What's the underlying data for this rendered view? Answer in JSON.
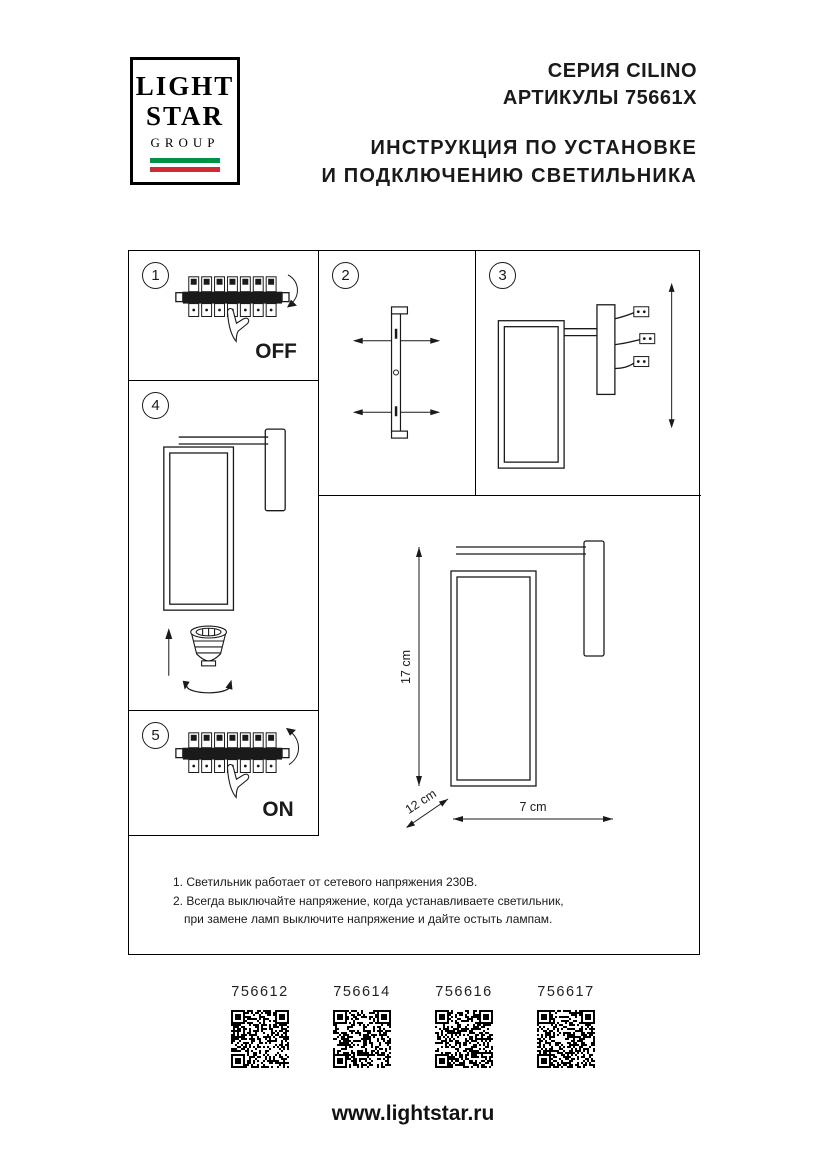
{
  "logo": {
    "line1": "LIGHT",
    "line2": "STAR",
    "line3": "GROUP",
    "flag_colors": {
      "green": "#009246",
      "white": "#ffffff",
      "red": "#ce2b37"
    }
  },
  "header": {
    "series": "СЕРИЯ CILINO",
    "articles": "АРТИКУЛЫ 75661X",
    "title_line1": "ИНСТРУКЦИЯ ПО УСТАНОВКЕ",
    "title_line2": "И ПОДКЛЮЧЕНИЮ СВЕТИЛЬНИКА"
  },
  "steps": [
    {
      "number": "1",
      "power_label": "OFF"
    },
    {
      "number": "2"
    },
    {
      "number": "3"
    },
    {
      "number": "4"
    },
    {
      "number": "5",
      "power_label": "ON"
    }
  ],
  "dimensions": {
    "height": "17 cm",
    "depth": "12 cm",
    "width": "7 cm"
  },
  "notes": [
    "1. Светильник работает от сетевого напряжения 230В.",
    "2. Всегда выключайте напряжение, когда устанавливаете светильник,",
    "при замене ламп выключите напряжение и дайте остыть лампам."
  ],
  "products": [
    {
      "code": "756612"
    },
    {
      "code": "756614"
    },
    {
      "code": "756616"
    },
    {
      "code": "756617"
    }
  ],
  "footer": {
    "website": "www.lightstar.ru"
  }
}
